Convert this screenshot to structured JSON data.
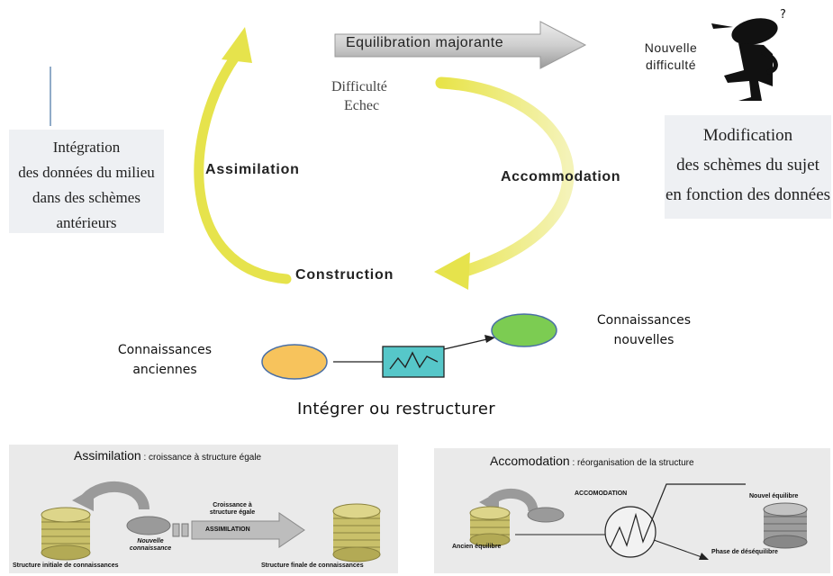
{
  "top": {
    "equilibration_label": "Equilibration majorante",
    "nouvelle_difficulte": [
      "Nouvelle",
      "difficulté"
    ],
    "difficulte_echec": [
      "Difficulté",
      "Echec"
    ],
    "assimilation_label": "Assimilation",
    "accommodation_label": "Accommodation",
    "construction_label": "Construction",
    "integration_text": [
      "Intégration",
      "des données du milieu",
      "dans des schèmes antérieurs"
    ],
    "modification_text": [
      "Modification",
      "des schèmes du sujet",
      "en fonction des données"
    ]
  },
  "middle": {
    "anciennes": [
      "Connaissances",
      "anciennes"
    ],
    "nouvelles": [
      "Connaissances",
      "nouvelles"
    ],
    "caption": "Intégrer ou restructurer",
    "colors": {
      "old": "#f7c35c",
      "new": "#7ccc52",
      "process": "#56c7c9"
    }
  },
  "panel_left": {
    "title_main": "Assimilation",
    "title_sub": " : croissance à structure égale",
    "nouvelle": [
      "Nouvelle",
      "connaissance"
    ],
    "croissance": [
      "Croissance à",
      "structure égale"
    ],
    "arrow_label": "ASSIMILATION",
    "structure_initiale": "Structure initiale de connaissances",
    "structure_finale": "Structure finale de connaissances"
  },
  "panel_right": {
    "title_main": "Accomodation",
    "title_sub": " : réorganisation de la structure",
    "accomodation_label": "ACCOMODATION",
    "nouvel_equilibre": "Nouvel équilibre",
    "ancien_equilibre": "Ancien équilibre",
    "phase": "Phase de déséquilibre"
  }
}
